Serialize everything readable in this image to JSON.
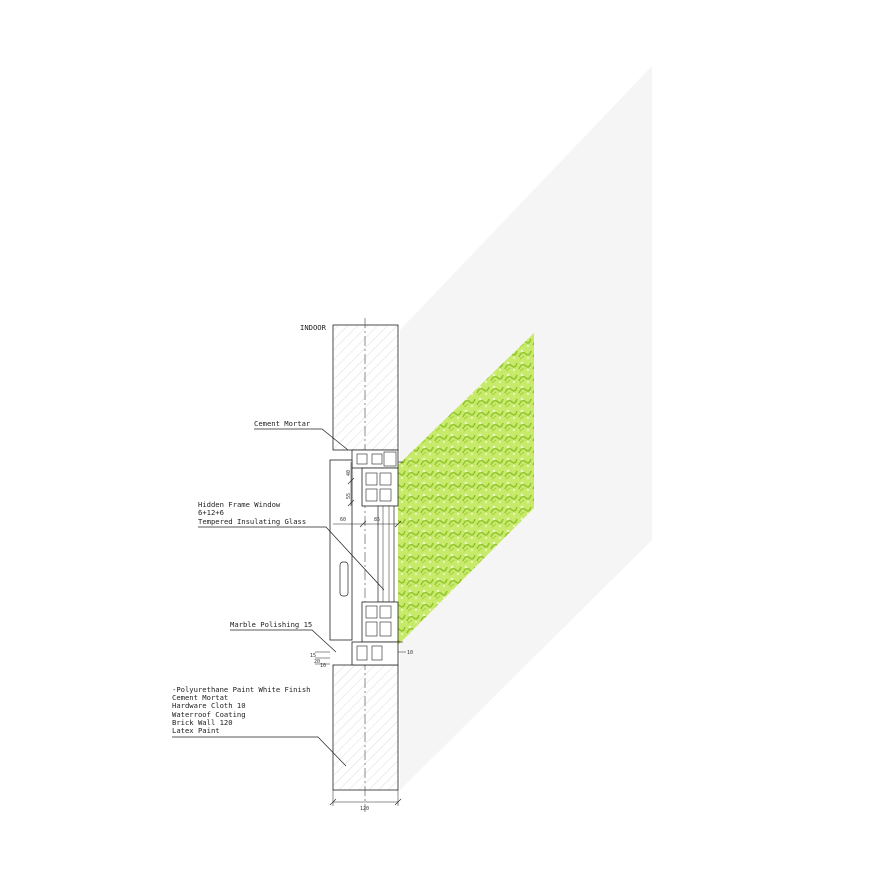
{
  "drawing": {
    "indoor_label": "INDOOR",
    "callouts": {
      "cement_mortar": "Cement Mortar",
      "hidden_frame": [
        "Hidden Frame Window",
        "6+12+6",
        "Tempered Insulating Glass"
      ],
      "marble": "Marble Polishing 15",
      "finish_layers": [
        "-Polyurethane Paint White Finish",
        " Cement Mortat",
        " Hardware Cloth 10",
        " Waterroof Coating",
        " Brick Wall 120",
        " Latex Paint"
      ]
    },
    "dimensions": {
      "d40": "40",
      "d55": "55",
      "d60": "60",
      "d85": "85",
      "d10": "10",
      "d15": "15",
      "d20": "20",
      "d10b": "10",
      "d120": "120"
    }
  },
  "colors": {
    "line": "#222222",
    "hatch": "#bdbdbd",
    "foliage": "#b5e04a",
    "foliage_dark": "#8cc22a",
    "light_panel": "#f6f6f6"
  }
}
